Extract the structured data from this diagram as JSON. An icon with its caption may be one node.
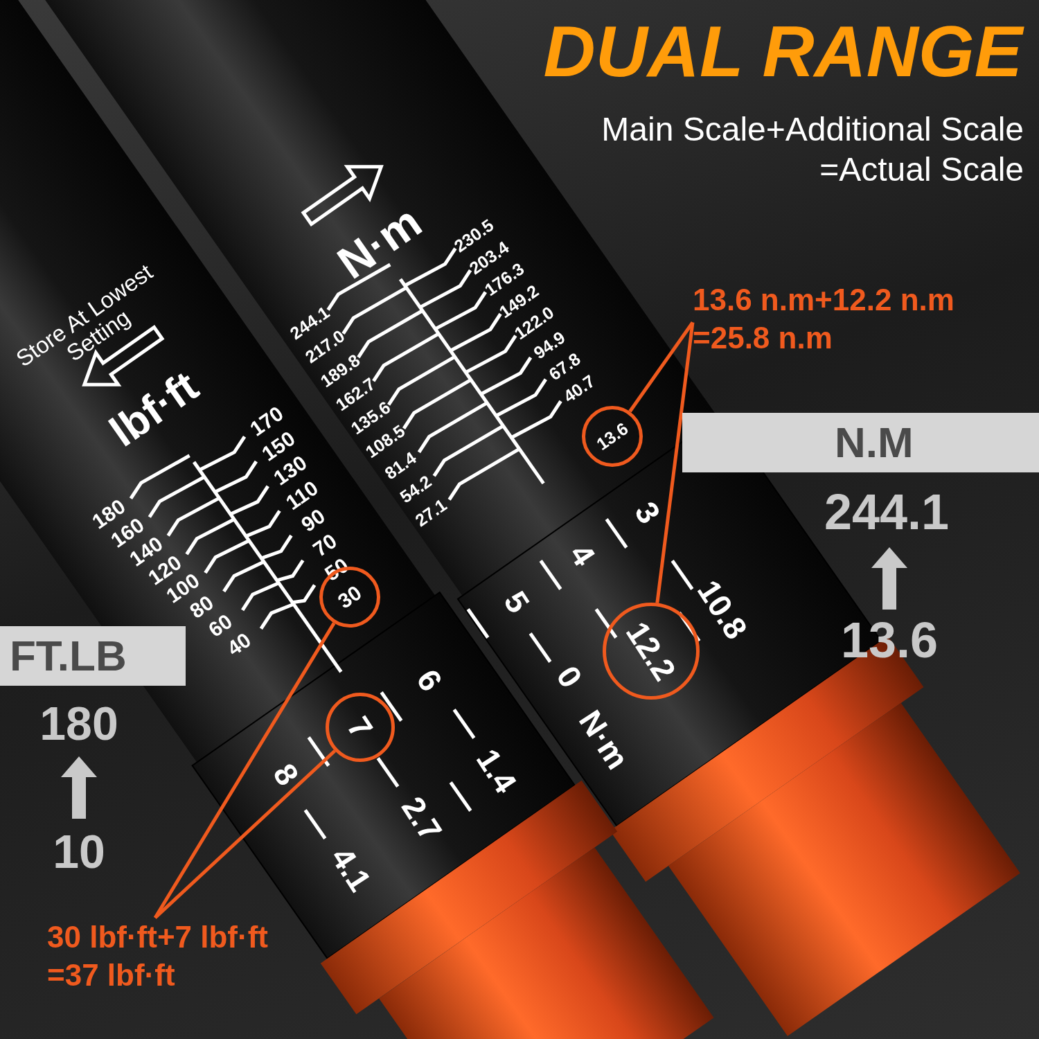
{
  "diagram": {
    "title": "DUAL RANGE",
    "nodes": [
      {
        "text": [
          "13.6 n.m+12.2 n.m =25.8 n.m"
        ]
      },
      {
        "text": [
          "13.6"
        ]
      },
      {
        "text": [
          "12.2"
        ]
      },
      {
        "text": [
          "30 lbf·ft+7 lbf·ft =37 lbf·ft"
        ]
      },
      {
        "text": [
          "30"
        ]
      },
      {
        "text": [
          "7"
        ]
      }
    ],
    "edges": [
      {
        "from": 0,
        "to": 1,
        "arrow": "none"
      },
      {
        "from": 0,
        "to": 2,
        "arrow": "none"
      },
      {
        "from": 3,
        "to": 4,
        "arrow": "none"
      },
      {
        "from": 3,
        "to": 5,
        "arrow": "none"
      }
    ],
    "labels": [
      "Main Scale+Additional Scale =Actual Scale",
      "Store At Lowest Setting",
      "N·m",
      "lbf·ft",
      "244.1",
      "217.0",
      "189.8",
      "162.7",
      "135.6",
      "108.5",
      "81.4",
      "54.2",
      "27.1",
      "230.5",
      "203.4",
      "176.3",
      "149.2",
      "122.0",
      "94.9",
      "67.8",
      "40.7",
      "N.M",
      "244.1",
      "13.6",
      "180",
      "160",
      "140",
      "120",
      "100",
      "80",
      "60",
      "40",
      "170",
      "150",
      "130",
      "110",
      "90",
      "70",
      "50",
      "FT.LB",
      "180",
      "10",
      "5",
      "4",
      "3",
      "0",
      "10.8",
      "N·m",
      "8",
      "6",
      "1.4",
      "2.7",
      "4.1"
    ]
  }
}
